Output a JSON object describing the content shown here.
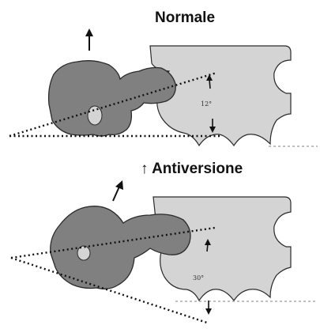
{
  "panels": {
    "top": {
      "title": "Normale",
      "angle_label": "12°"
    },
    "bottom": {
      "title_arrow": "↑",
      "title": "Antiversione",
      "angle_label": "30°"
    }
  },
  "colors": {
    "bone_dark": "#808080",
    "bone_light": "#d4d4d4",
    "outline": "#2a2a2a",
    "line": "#111111",
    "dotted_gray": "#9a9a9a"
  }
}
